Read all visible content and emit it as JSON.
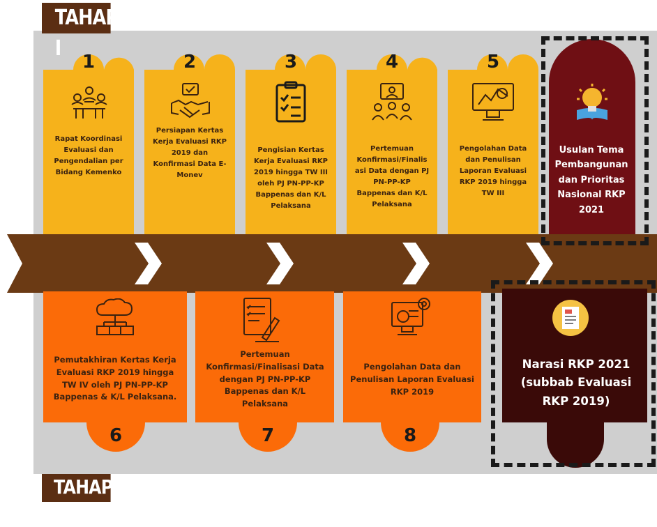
{
  "stages": {
    "top": "TAHAP I",
    "bottom": "TAHAP II"
  },
  "colors": {
    "top_card": "#f6b21b",
    "bottom_card": "#fb6b08",
    "arrow": "#6b3a14",
    "final_top": "#6f0f14",
    "final_bottom": "#3a0a08",
    "panel": "#cfcfcf"
  },
  "top_steps": [
    {
      "number": "1",
      "icon": "meeting-icon",
      "text": [
        "Rapat Koordinasi",
        "Evaluasi dan",
        "Pengendalian per",
        "Bidang Kemenko"
      ]
    },
    {
      "number": "2",
      "icon": "handshake-icon",
      "text": [
        "Persiapan Kertas",
        "Kerja Evaluasi RKP",
        "2019 dan",
        "Konfirmasi Data E-",
        "Monev"
      ]
    },
    {
      "number": "3",
      "icon": "checklist-icon",
      "text": [
        "Pengisian Kertas",
        "Kerja Evaluasi RKP",
        "2019 hingga TW III",
        "oleh PJ PN-PP-KP",
        "Bappenas dan K/L",
        "Pelaksana"
      ]
    },
    {
      "number": "4",
      "icon": "video-conference-icon",
      "text": [
        "Pertemuan",
        "Konfirmasi/Finalis",
        "asi Data dengan PJ",
        "PN-PP-KP",
        "Bappenas dan K/L",
        "Pelaksana"
      ]
    },
    {
      "number": "5",
      "icon": "data-monitor-icon",
      "text": [
        "Pengolahan Data",
        "dan Penulisan",
        "Laporan Evaluasi",
        "RKP 2019 hingga",
        "TW III"
      ]
    }
  ],
  "bottom_steps": [
    {
      "number": "6",
      "icon": "cloud-network-icon",
      "text": [
        "Pemutakhiran Kertas Kerja",
        "Evaluasi RKP 2019 hingga",
        "TW IV oleh PJ PN-PP-KP",
        "Bappenas & K/L Pelaksana."
      ]
    },
    {
      "number": "7",
      "icon": "document-sign-icon",
      "text": [
        "Pertemuan",
        "Konfirmasi/Finalisasi Data",
        "dengan PJ PN-PP-KP",
        "Bappenas dan K/L",
        "Pelaksana"
      ]
    },
    {
      "number": "8",
      "icon": "analytics-gear-icon",
      "text": [
        "Pengolahan Data dan",
        "Penulisan Laporan Evaluasi",
        "RKP 2019"
      ]
    }
  ],
  "final_top": {
    "icon": "lightbulb-book-icon",
    "text": [
      "Usulan Tema",
      "Pembangunan",
      "dan Prioritas",
      "Nasional RKP",
      "2021"
    ]
  },
  "final_bottom": {
    "icon": "document-icon",
    "text": [
      "Narasi RKP 2021",
      "(subbab Evaluasi",
      "RKP 2019)"
    ]
  }
}
